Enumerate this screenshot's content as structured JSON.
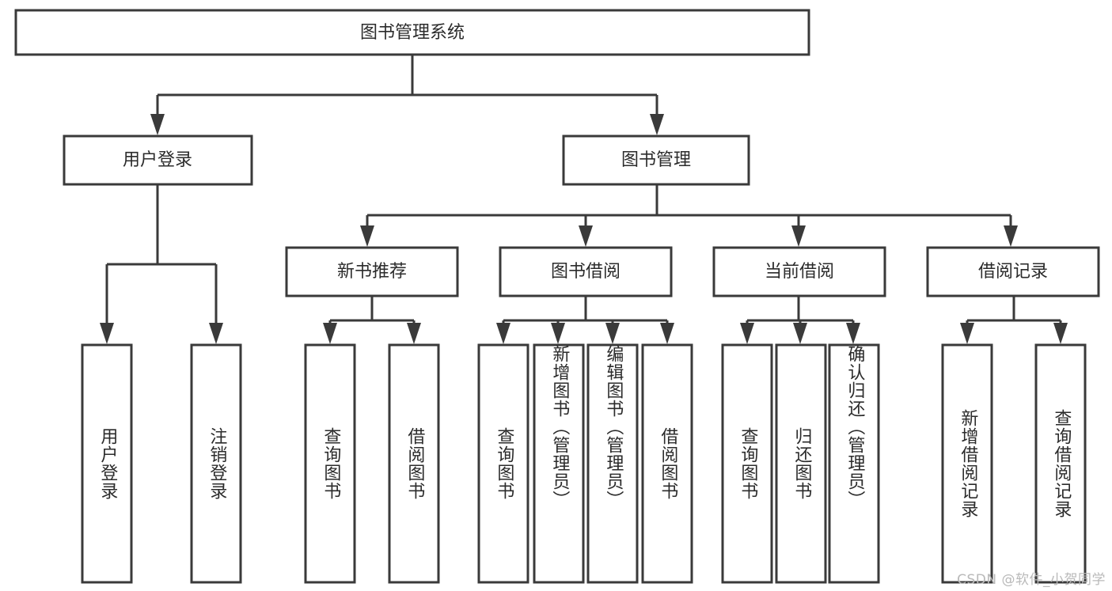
{
  "diagram": {
    "type": "tree-hierarchy-flowchart",
    "title": "图书管理系统",
    "root": {
      "label": "图书管理系统"
    },
    "level2": [
      {
        "label": "用户登录"
      },
      {
        "label": "图书管理"
      }
    ],
    "level3": [
      {
        "label": "新书推荐"
      },
      {
        "label": "图书借阅"
      },
      {
        "label": "当前借阅"
      },
      {
        "label": "借阅记录"
      }
    ],
    "leaves": {
      "user_login": [
        {
          "label": "用户登录"
        },
        {
          "label": "注销登录"
        }
      ],
      "new_book_recommend": [
        {
          "label": "查询图书"
        },
        {
          "label": "借阅图书"
        }
      ],
      "book_borrow": [
        {
          "label": "查询图书"
        },
        {
          "label": "新增图书（管理员）"
        },
        {
          "label": "编辑图书（管理员）"
        },
        {
          "label": "借阅图书"
        }
      ],
      "current_borrow": [
        {
          "label": "查询图书"
        },
        {
          "label": "归还图书"
        },
        {
          "label": "确认归还（管理员）"
        }
      ],
      "borrow_record": [
        {
          "label": "新增借阅记录"
        },
        {
          "label": "查询借阅记录"
        }
      ]
    },
    "colors": {
      "stroke": "#3a3a3a",
      "fill": "#ffffff",
      "text": "#2b2b2b",
      "watermark": "#b9b9b9"
    }
  },
  "watermark": {
    "text": "CSDN @软件_小贺同学"
  }
}
